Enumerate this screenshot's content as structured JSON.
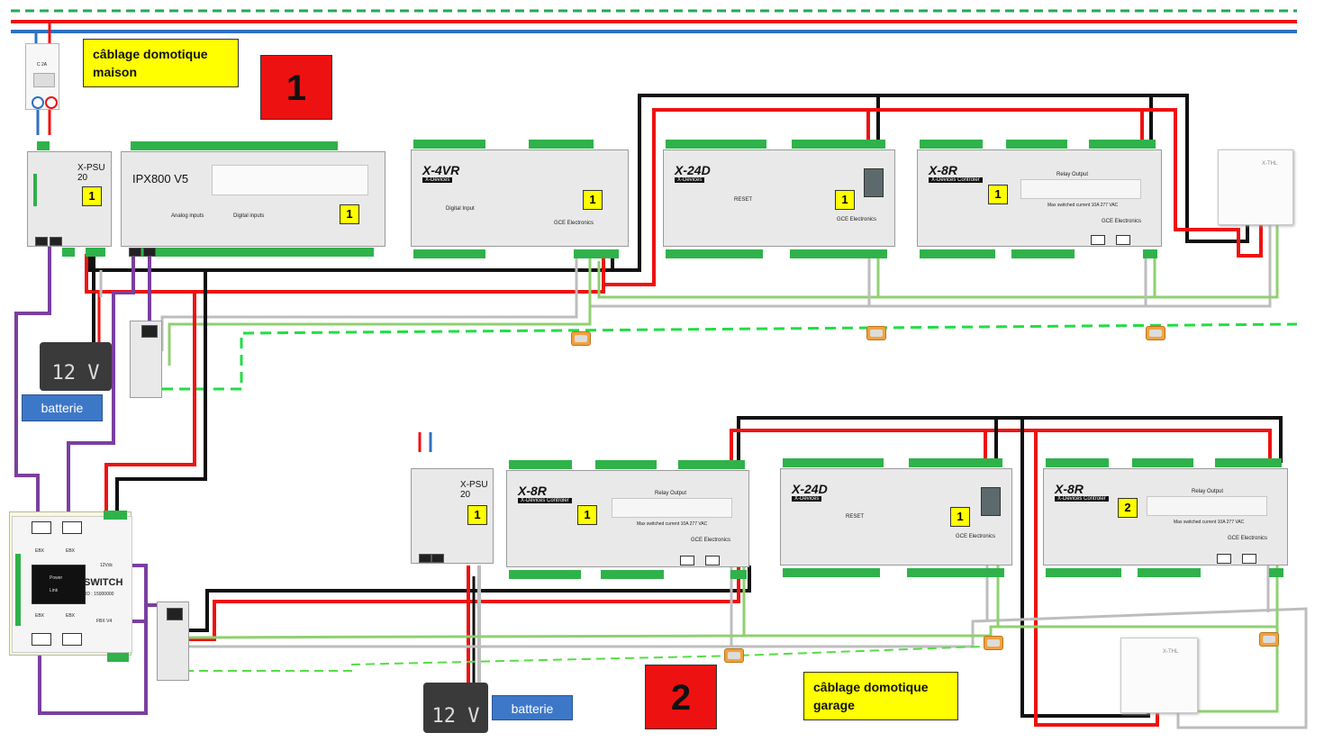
{
  "labels": {
    "house_wiring": "câblage domotique maison",
    "garage_wiring": "câblage domotique garage",
    "zone1": "1",
    "zone2": "2",
    "battery1": "batterie",
    "battery2": "batterie",
    "battery_voltage": "12 V"
  },
  "modules": {
    "xpsu_top": {
      "title": "X-PSU 20",
      "badge": "1"
    },
    "ipx800": {
      "title": "IPX800 V5",
      "analog": "Analog inputs",
      "digital": "Digital inputs",
      "badge": "1"
    },
    "x4vr": {
      "title": "X-4VR",
      "sub": "X-Devices",
      "digital": "Digital Input",
      "brand": "GCE Electronics",
      "badge": "1"
    },
    "x24d_top": {
      "title": "X-24D",
      "sub": "X-Devices",
      "reset": "RESET",
      "brand": "GCE Electronics",
      "badge": "1"
    },
    "x8r_top": {
      "title": "X-8R",
      "sub": "X-Devices Controler",
      "relay": "Relay Output",
      "max": "Max switched current 10A 277 VAC",
      "brand": "GCE Electronics",
      "badge": "1"
    },
    "xpsu_bottom": {
      "title": "X-PSU 20",
      "badge": "1"
    },
    "x8r_bottom1": {
      "title": "X-8R",
      "sub": "X-Devices Controler",
      "relay": "Relay Output",
      "max": "Max switched current 10A 277 VAC",
      "brand": "GCE Electronics",
      "badge": "1"
    },
    "x24d_bottom": {
      "title": "X-24D",
      "sub": "X-Devices",
      "reset": "RESET",
      "brand": "GCE Electronics",
      "badge": "1"
    },
    "x8r_bottom2": {
      "title": "X-8R",
      "sub": "X-Devices Controler",
      "relay": "Relay Output",
      "max": "Max switched current 10A 277 VAC",
      "brand": "GCE Electronics",
      "badge": "2"
    },
    "xthl_top": {
      "title": "X-THL"
    },
    "xthl_bottom": {
      "title": "X-THL"
    },
    "switch": {
      "title": "SWITCH",
      "id": "ID : 15000000",
      "power": "Power",
      "link": "Link",
      "port1": "EBX",
      "port2": "EBX",
      "port3": "EBX",
      "port4": "EBX",
      "vdc": "12Vdc",
      "fbx": "FBX V4"
    },
    "breaker": {
      "rating": "C 2A"
    }
  },
  "colors": {
    "red": "#ee1111",
    "black": "#111111",
    "blue": "#2f6fc4",
    "green_dash": "#22aa55",
    "light_green": "#8fd070",
    "gray": "#bdbdbd",
    "purple": "#7a3fa0",
    "yellow": "#ffff00"
  }
}
